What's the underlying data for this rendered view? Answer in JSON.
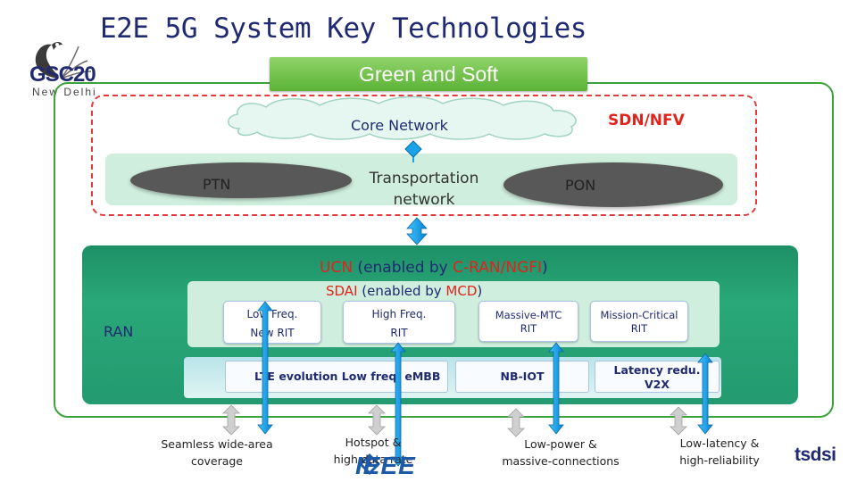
{
  "title": "E2E 5G System Key Technologies",
  "logo": {
    "org": "GSC20",
    "city": "New Delhi"
  },
  "banner": "Green and Soft",
  "core": {
    "cloud_label": "Core Network",
    "sdn_label": "SDN/NFV"
  },
  "transport": {
    "ptn": "PTN",
    "center": "Transportation network",
    "pon": "PON"
  },
  "ucn": {
    "prefix": "UCN",
    "middle": " (enabled by ",
    "highlight": "C-RAN/NGFI",
    "suffix": ")"
  },
  "sdai": {
    "prefix": "SDAI",
    "middle": " (enabled by ",
    "highlight": "MCD",
    "suffix": ")"
  },
  "ran_label": "RAN",
  "rits": [
    {
      "line1": "Low Freq.",
      "line2": "New RIT"
    },
    {
      "line1": "High Freq.",
      "line2": "RIT"
    },
    {
      "line1": "Massive-MTC",
      "line2": "RIT"
    },
    {
      "line1": "Mission-Critical",
      "line2": "RIT"
    }
  ],
  "lte_row": {
    "lte": "LTE evolution Low freq. eMBB",
    "nbiot": "NB-IOT",
    "latency": "Latency redu.",
    "v2x": "V2X"
  },
  "captions": [
    {
      "line1": "Seamless wide-area",
      "line2": "coverage"
    },
    {
      "line1": "Hotspot &",
      "line2": "high data rate"
    },
    {
      "line1": "Low-power &",
      "line2": "massive-connections"
    },
    {
      "line1": "Low-latency &",
      "line2": "high-reliability"
    }
  ],
  "footer_logos": {
    "ieee": "IEEE",
    "tsdsi": "tsdsi"
  },
  "colors": {
    "navy": "#1f2a72",
    "red": "#e2231a",
    "green": "#5cb336",
    "ran_green": "#2aa879",
    "arrow_blue": "#1aa3e8",
    "arrow_gray": "#c8c8c8"
  }
}
